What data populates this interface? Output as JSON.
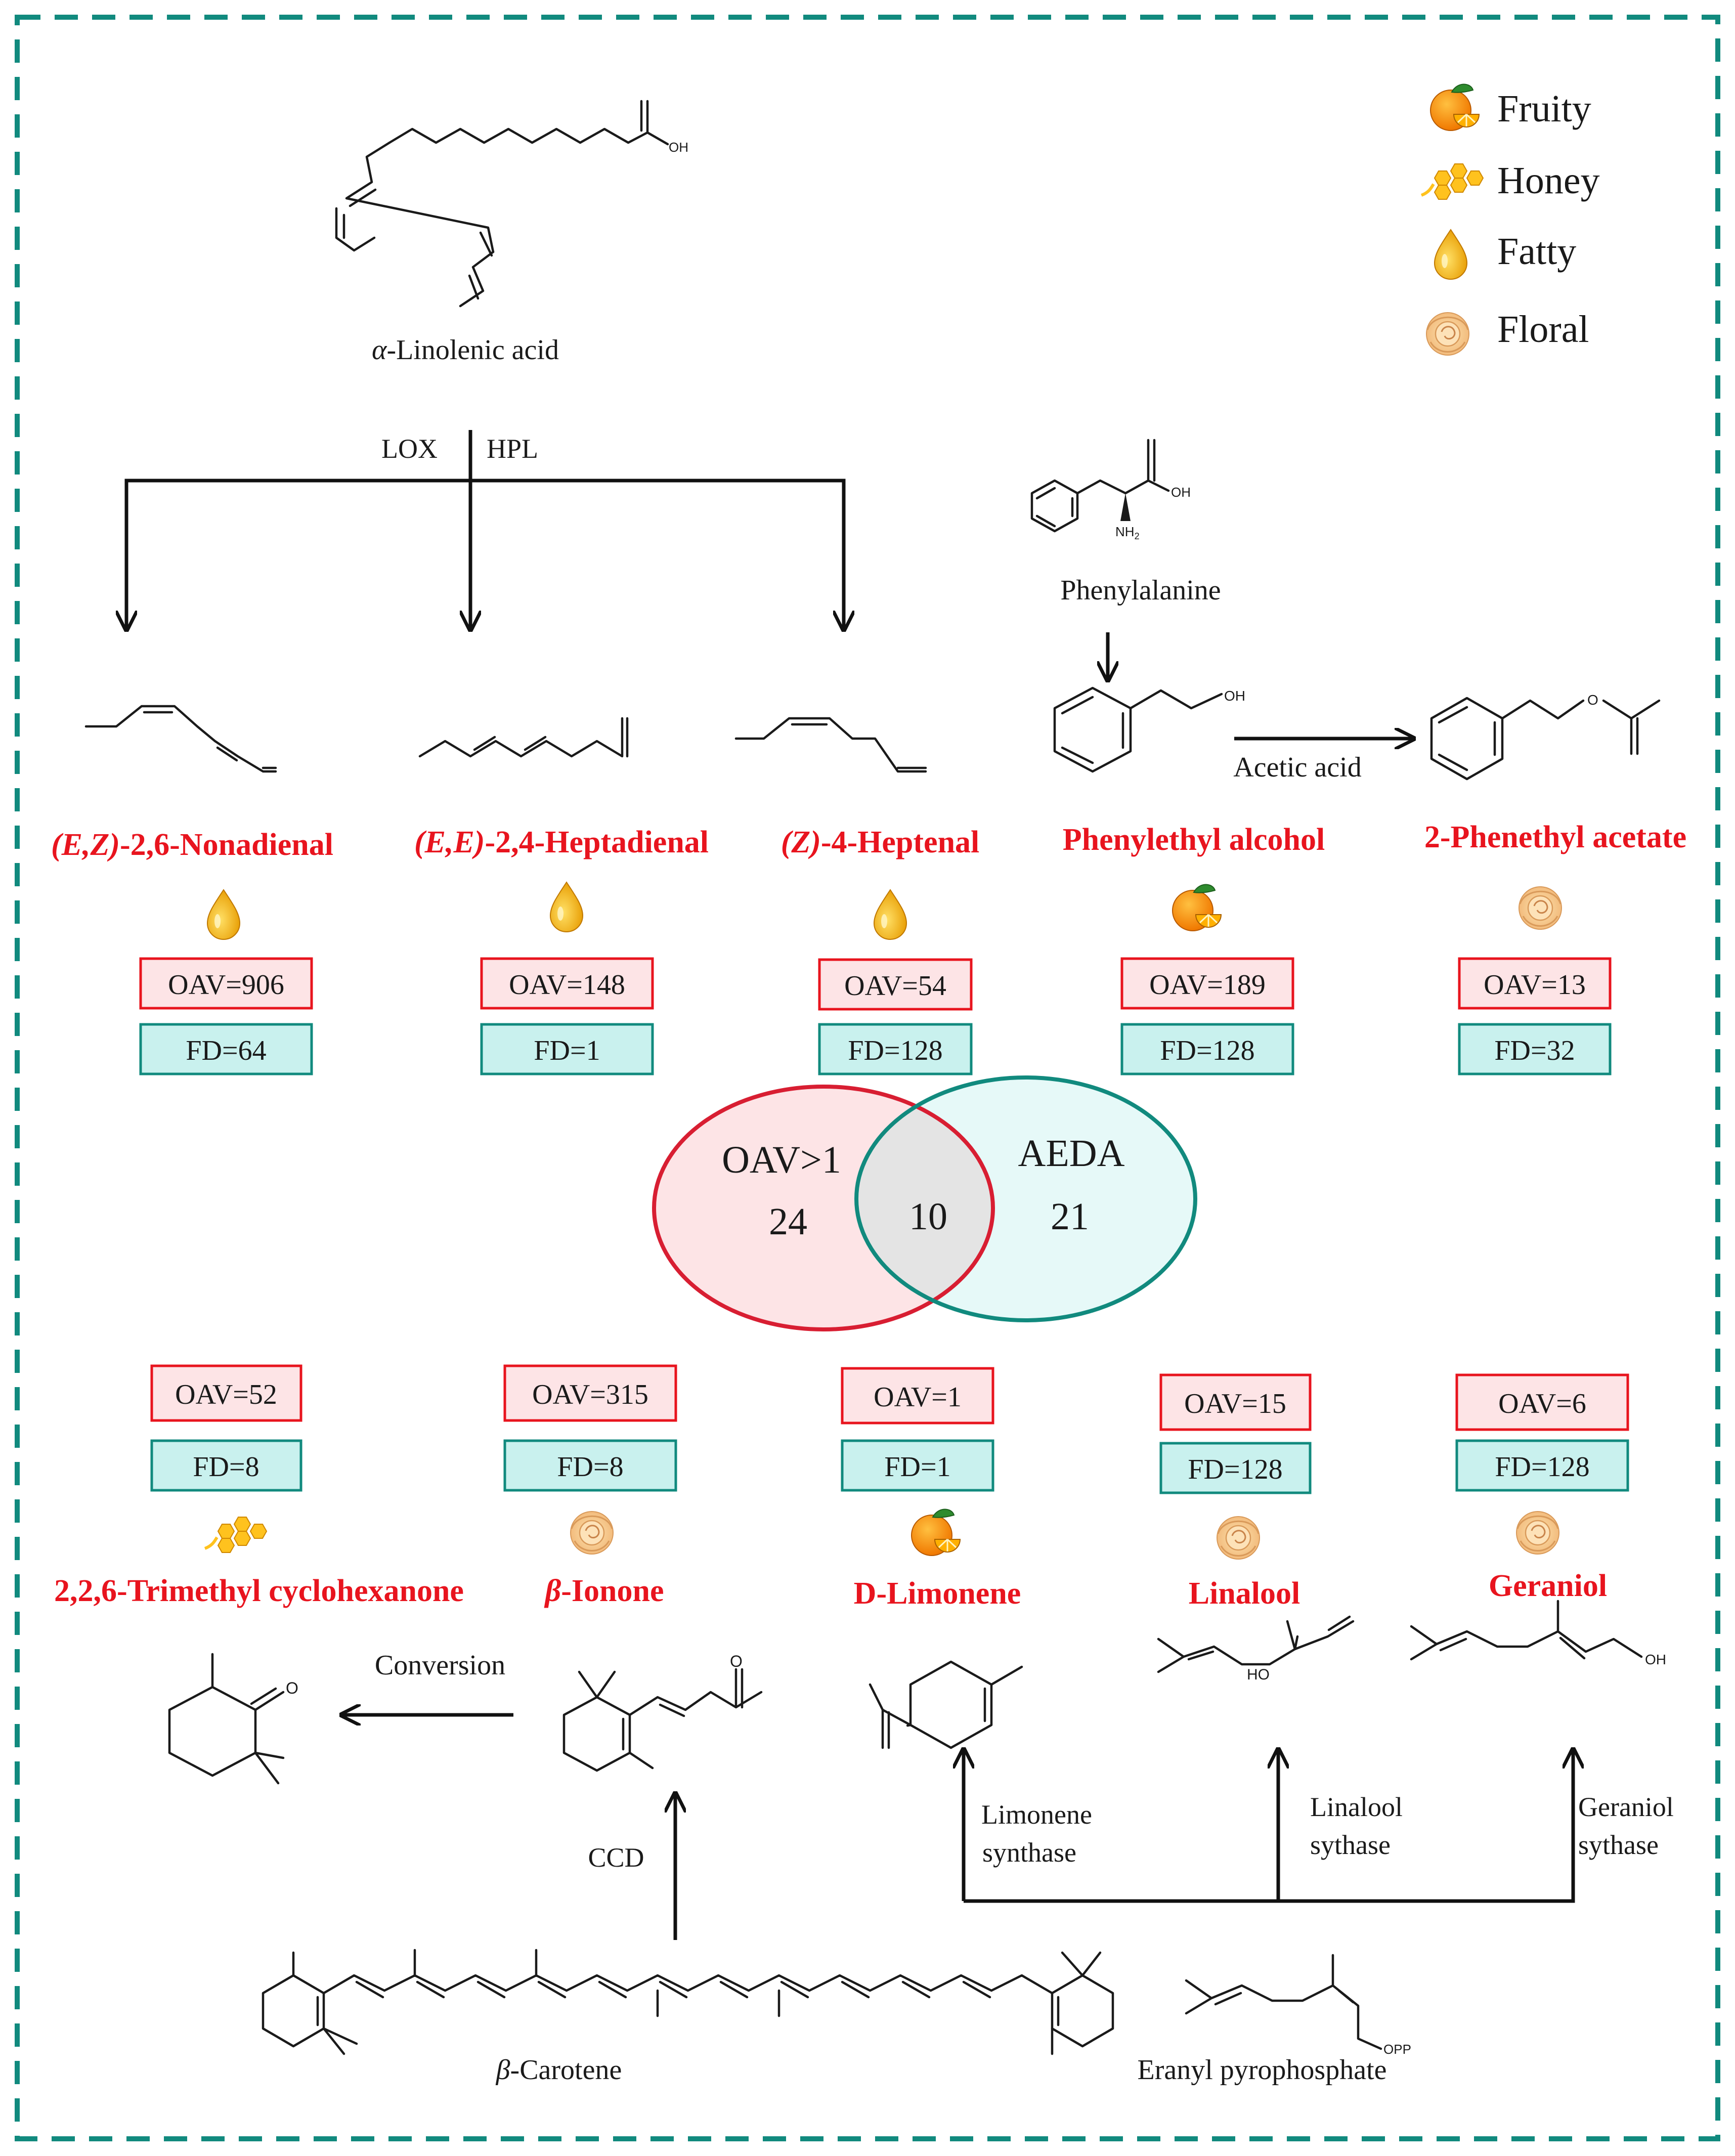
{
  "legend": [
    {
      "label": "Fruity",
      "icon": "orange-icon"
    },
    {
      "label": "Honey",
      "icon": "honeycomb-icon"
    },
    {
      "label": "Fatty",
      "icon": "oil-drop-icon"
    },
    {
      "label": "Floral",
      "icon": "rose-icon"
    }
  ],
  "precursors": {
    "linolenic": {
      "prefix": "α",
      "name": "-Linolenic acid",
      "oh": "OH"
    },
    "phenylalanine": {
      "name": "Phenylalanine",
      "oh": "OH",
      "nh2": "NH",
      "nh2_sub": "2"
    },
    "carotene": {
      "prefix": "β",
      "name": "-Carotene"
    },
    "eranyl": {
      "name": "Eranyl pyrophosphate",
      "opp": "OPP"
    }
  },
  "enzymes": {
    "lox": "LOX",
    "hpl": "HPL",
    "acetic_acid": "Acetic acid",
    "conversion": "Conversion",
    "ccd": "CCD",
    "limonene_synthase": [
      "Limonene",
      "synthase"
    ],
    "linalool_synthase": [
      "Linalool",
      "sythase"
    ],
    "geraniol_synthase": [
      "Geraniol",
      "sythase"
    ]
  },
  "top_compounds": [
    {
      "prefix": "(E,Z)",
      "name": "-2,6-Nonadienal",
      "odor": "oil-drop-icon",
      "oav": "OAV=906",
      "fd": "FD=64"
    },
    {
      "prefix": "(E,E)",
      "name": "-2,4-Heptadienal",
      "odor": "oil-drop-icon",
      "oav": "OAV=148",
      "fd": "FD=1"
    },
    {
      "prefix": "(Z)",
      "name": "-4-Heptenal",
      "odor": "oil-drop-icon",
      "oav": "OAV=54",
      "fd": "FD=128"
    },
    {
      "prefix": "",
      "name": "Phenylethyl alcohol",
      "odor": "orange-icon",
      "oav": "OAV=189",
      "fd": "FD=128",
      "oh": "OH"
    },
    {
      "prefix": "",
      "name": "2-Phenethyl acetate",
      "odor": "rose-icon",
      "oav": "OAV=13",
      "fd": "FD=32",
      "o": "O"
    }
  ],
  "bottom_compounds": [
    {
      "prefix": "",
      "name": "2,2,6-Trimethyl cyclohexanone",
      "odor": "honeycomb-icon",
      "oav": "OAV=52",
      "fd": "FD=8",
      "o": "O"
    },
    {
      "prefix": "β",
      "name": "-Ionone",
      "odor": "rose-icon",
      "oav": "OAV=315",
      "fd": "FD=8",
      "o": "O"
    },
    {
      "prefix": "",
      "name": "D-Limonene",
      "odor": "orange-icon",
      "oav": "OAV=1",
      "fd": "FD=1"
    },
    {
      "prefix": "",
      "name": "Linalool",
      "odor": "rose-icon",
      "oav": "OAV=15",
      "fd": "FD=128",
      "ho": "HO"
    },
    {
      "prefix": "",
      "name": "Geraniol",
      "odor": "rose-icon",
      "oav": "OAV=6",
      "fd": "FD=128",
      "oh": "OH"
    }
  ],
  "venn": {
    "left": {
      "label": "OAV>1",
      "count": "24"
    },
    "overlap": {
      "count": "10"
    },
    "right": {
      "label": "AEDA",
      "count": "21"
    }
  },
  "colors": {
    "frame": "#118a7e",
    "compound_text": "#e8141e",
    "oav_fill": "#fde4e6",
    "oav_stroke": "#e8141e",
    "fd_fill": "#c9f1ee",
    "fd_stroke": "#118a7e",
    "venn_left_stroke": "#d81e32",
    "venn_right_stroke": "#118a7e"
  }
}
